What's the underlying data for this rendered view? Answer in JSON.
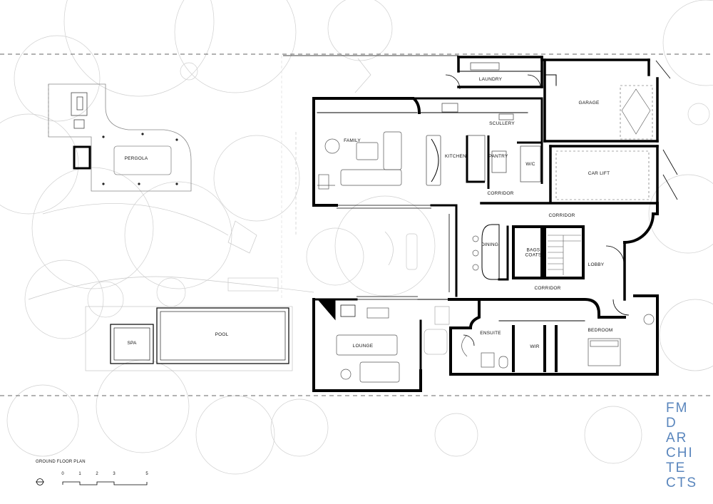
{
  "drawing": {
    "title": "GROUND FLOOR PLAN",
    "scale_ticks": [
      "0",
      "1",
      "2",
      "3",
      "5"
    ]
  },
  "rooms": {
    "laundry": "LAUNDRY",
    "garage": "GARAGE",
    "scullery": "SCULLERY",
    "family": "FAMILY",
    "kitchen": "KITCHEN",
    "pantry": "PANTRY",
    "wc": "W/C",
    "car_lift": "CAR LIFT",
    "corridor_1": "CORRIDOR",
    "corridor_2": "CORRIDOR",
    "corridor_3": "CORRIDOR",
    "dining": "DINING",
    "bags_coats": "BAGS\nCOATS",
    "lobby": "LOBBY",
    "pergola": "PERGOLA",
    "spa": "SPA",
    "pool": "POOL",
    "lounge": "LOUNGE",
    "ensuite": "ENSUITE",
    "wir": "WIR",
    "bedroom": "BEDROOM"
  },
  "logo": {
    "lines": [
      "FM",
      "D",
      "AR",
      "CHI",
      "TE",
      "CTS"
    ],
    "color": "#5a86bd"
  },
  "colors": {
    "wall": "#000000",
    "linework": "#bdbdbd",
    "furniture": "#555555"
  }
}
